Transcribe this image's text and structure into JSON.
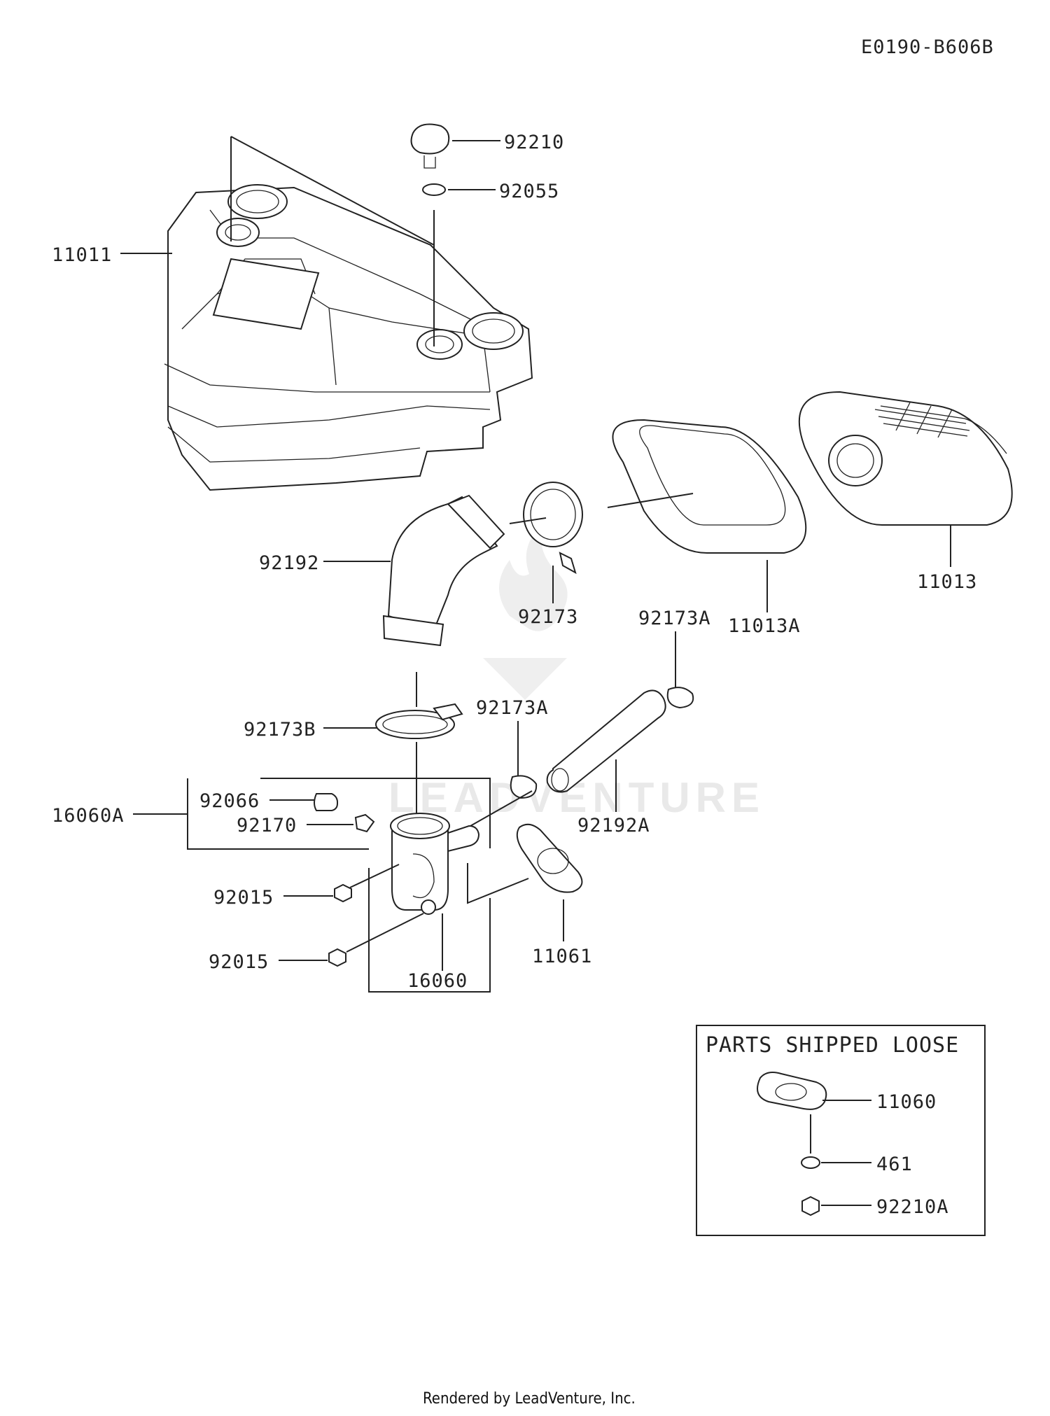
{
  "diagram": {
    "code": "E0190-B606B",
    "watermark": "LEADVENTURE",
    "footer": "Rendered by LeadVenture, Inc.",
    "loose_box_title": "PARTS SHIPPED LOOSE",
    "parts": {
      "p92210": "92210",
      "p92055": "92055",
      "p11011": "11011",
      "p92192": "92192",
      "p92173": "92173",
      "p92173A_top": "92173A",
      "p11013A": "11013A",
      "p11013": "11013",
      "p92173B": "92173B",
      "p92173A_mid": "92173A",
      "p92066": "92066",
      "p16060A": "16060A",
      "p92170": "92170",
      "p92192A": "92192A",
      "p92015_a": "92015",
      "p92015_b": "92015",
      "p11061": "11061",
      "p16060": "16060",
      "p11060": "11060",
      "p461": "461",
      "p92210A": "92210A"
    }
  }
}
